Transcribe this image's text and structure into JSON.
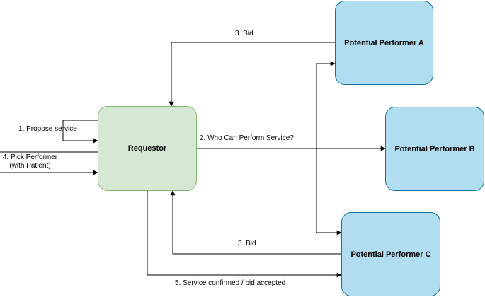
{
  "colors": {
    "requestor_fill": "#d5e8d4",
    "requestor_stroke": "#82b366",
    "performer_fill": "#b1ddf0",
    "performer_stroke": "#10739e",
    "edge": "#000000"
  },
  "nodes": {
    "requestor": "Requestor",
    "performer_a": "Potential Performer A",
    "performer_b": "Potential Performer B",
    "performer_c": "Potential Performer C"
  },
  "edges": {
    "propose_service": "1. Propose service",
    "who_can_perform": "2. Who Can Perform Service?",
    "bid_a": "3. Bid",
    "bid_c": "3. Bid",
    "pick_performer_line1": "4. Pick Performer",
    "pick_performer_line2": "(with Patient)",
    "service_confirmed": "5. Service confirmed / bid accepted"
  }
}
